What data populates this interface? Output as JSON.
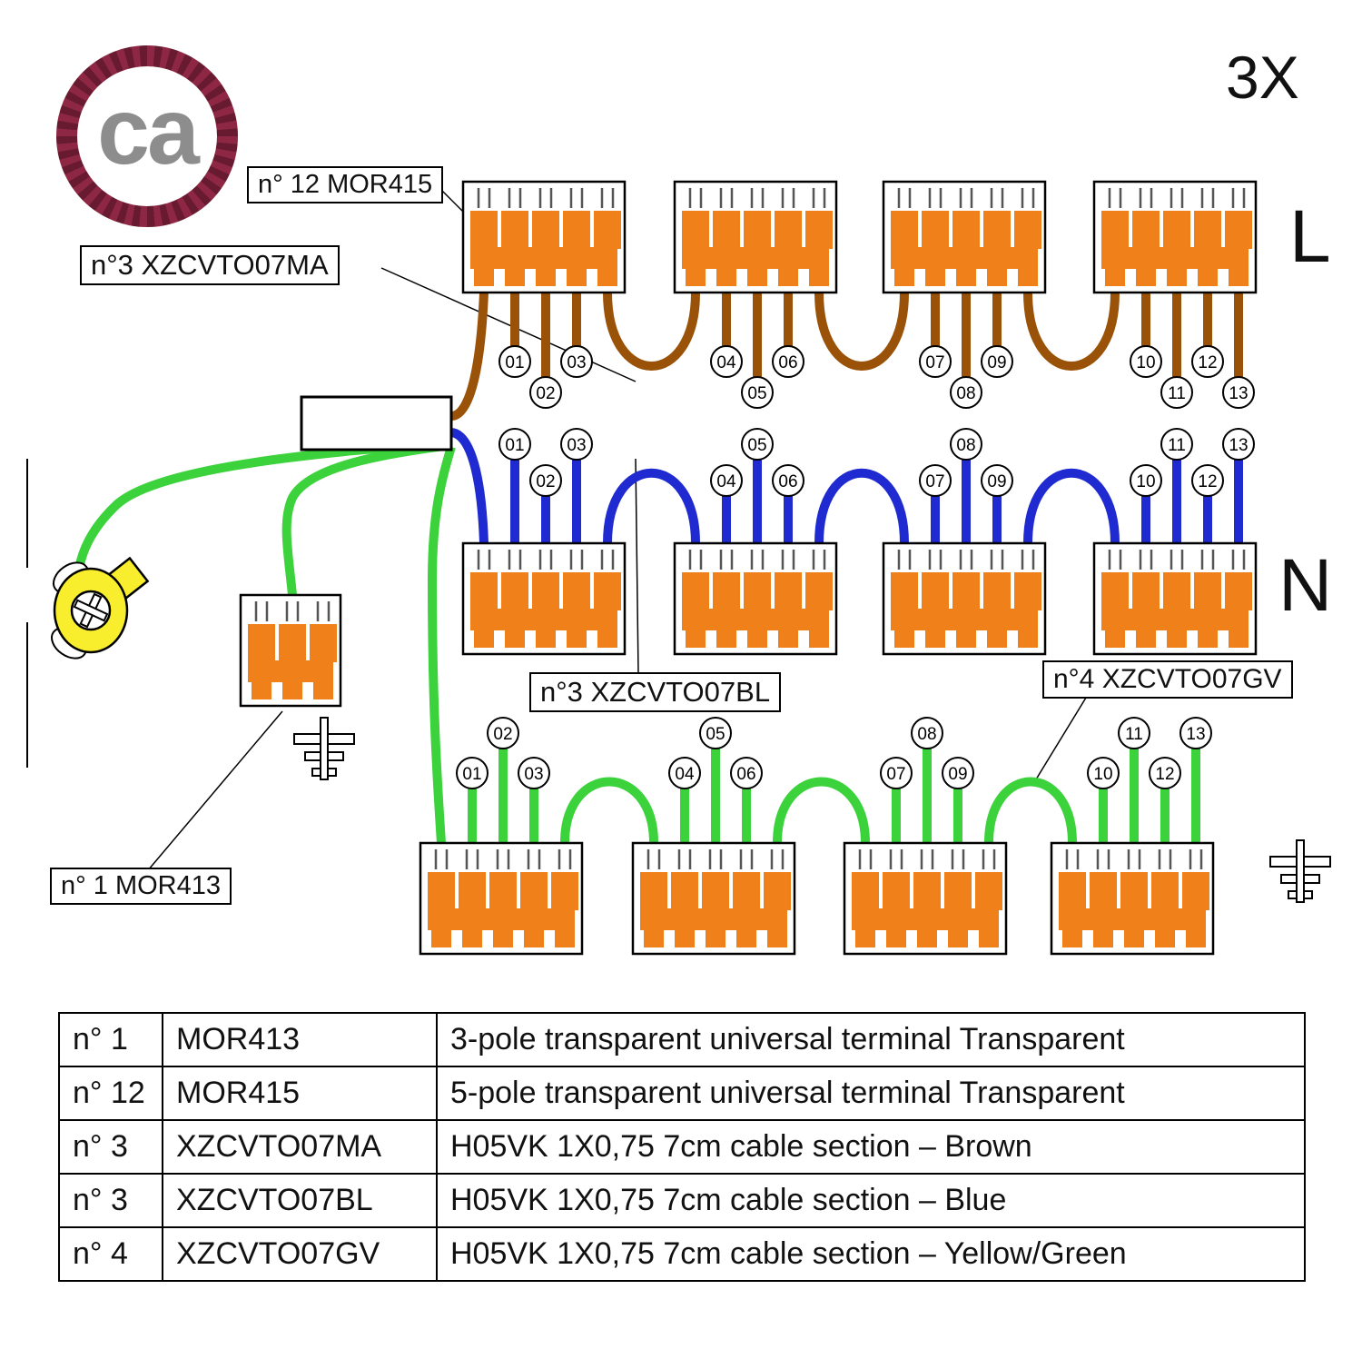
{
  "header": {
    "quantity_label": "3X",
    "line_label": "L",
    "neutral_label": "N"
  },
  "logo": {
    "brand_initials": "ca"
  },
  "component_labels": {
    "top_terminal": "n° 12 MOR415",
    "brown_cable": "n°3 XZCVTO07MA",
    "blue_cable": "n°3 XZCVTO07BL",
    "green_cable": "n°4 XZCVTO07GV",
    "ground_terminal": "n° 1 MOR413"
  },
  "wire_numbers": [
    "01",
    "02",
    "03",
    "04",
    "05",
    "06",
    "07",
    "08",
    "09",
    "10",
    "11",
    "12",
    "13"
  ],
  "parts_table": {
    "rows": [
      {
        "qty": "n° 1",
        "code": "MOR413",
        "description": "3-pole transparent universal terminal Transparent"
      },
      {
        "qty": "n° 12",
        "code": "MOR415",
        "description": "5-pole transparent universal terminal Transparent"
      },
      {
        "qty": "n° 3",
        "code": "XZCVTO07MA",
        "description": "H05VK 1X0,75 7cm cable section – Brown"
      },
      {
        "qty": "n° 3",
        "code": "XZCVTO07BL",
        "description": "H05VK 1X0,75 7cm cable section – Blue"
      },
      {
        "qty": "n° 4",
        "code": "XZCVTO07GV",
        "description": "H05VK 1X0,75 7cm cable section – Yellow/Green"
      }
    ]
  },
  "colors": {
    "terminal_orange": "#f08019",
    "wire_brown": "#995208",
    "wire_blue": "#1f2bd0",
    "wire_green": "#3bd23b",
    "lug_yellow": "#f8ee2e",
    "logo_maroon": "#8e2743"
  }
}
